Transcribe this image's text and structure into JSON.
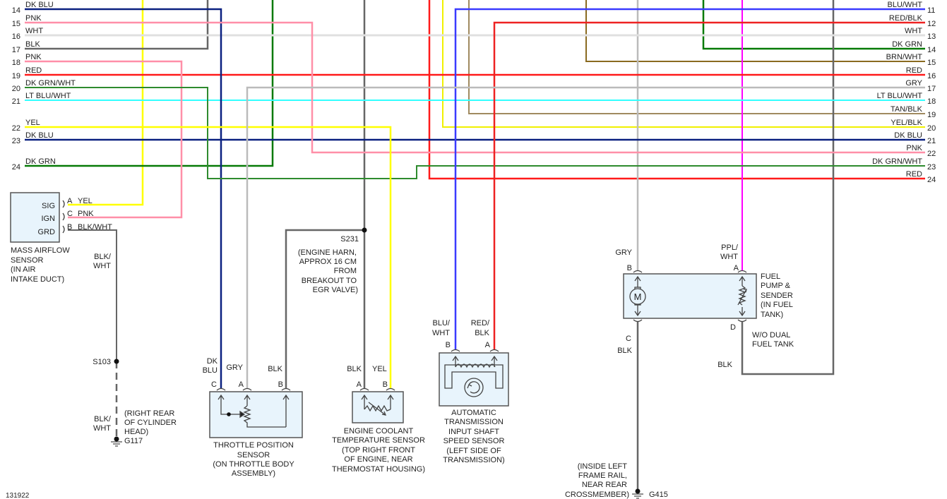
{
  "diagram_id": "131922",
  "colors": {
    "YEL": "#ffff00",
    "BLK": "#666666",
    "DK BLU": "#0a2080",
    "DK GRN": "#067a06",
    "PNK": "#ff8fa8",
    "WHT": "#e0e0e0",
    "RED": "#ff1a1a",
    "DK GRN/WHT": "#2e8b2e",
    "LT BLU/WHT": "#33ffff",
    "GRY": "#bbbbbb",
    "BLU/WHT": "#3a3aff",
    "RED/BLK": "#ee2222",
    "BRN/WHT": "#8a6a20",
    "TAN/BLK": "#a08a60",
    "YEL/BLK": "#f0f000",
    "PPL/WHT": "#ff00ff",
    "BLK/WHT": "#666666"
  },
  "left_connector": {
    "pins": [
      {
        "pin": "14",
        "color": "DK BLU"
      },
      {
        "pin": "15",
        "color": "PNK"
      },
      {
        "pin": "16",
        "color": "WHT"
      },
      {
        "pin": "17",
        "color": "BLK"
      },
      {
        "pin": "18",
        "color": "PNK"
      },
      {
        "pin": "19",
        "color": "RED"
      },
      {
        "pin": "20",
        "color": "DK GRN/WHT"
      },
      {
        "pin": "21",
        "color": "LT BLU/WHT"
      },
      {
        "pin": "22",
        "color": "YEL"
      },
      {
        "pin": "23",
        "color": "DK BLU"
      },
      {
        "pin": "24",
        "color": "DK GRN"
      }
    ]
  },
  "right_connector": {
    "pins": [
      {
        "pin": "11",
        "color": "BLU/WHT"
      },
      {
        "pin": "12",
        "color": "RED/BLK"
      },
      {
        "pin": "13",
        "color": "WHT"
      },
      {
        "pin": "14",
        "color": "DK GRN"
      },
      {
        "pin": "15",
        "color": "BRN/WHT"
      },
      {
        "pin": "16",
        "color": "RED"
      },
      {
        "pin": "17",
        "color": "GRY"
      },
      {
        "pin": "18",
        "color": "LT BLU/WHT"
      },
      {
        "pin": "19",
        "color": "TAN/BLK"
      },
      {
        "pin": "20",
        "color": "YEL/BLK"
      },
      {
        "pin": "21",
        "color": "DK BLU"
      },
      {
        "pin": "22",
        "color": "PNK"
      },
      {
        "pin": "23",
        "color": "DK GRN/WHT"
      },
      {
        "pin": "24",
        "color": "RED"
      }
    ]
  },
  "maf": {
    "pins": [
      {
        "label": "SIG",
        "pin": "A",
        "color": "YEL"
      },
      {
        "label": "IGN",
        "pin": "C",
        "color": "PNK"
      },
      {
        "label": "GRD",
        "pin": "B",
        "color": "BLK/WHT"
      }
    ],
    "name_lines": [
      "MASS AIRFLOW",
      "SENSOR",
      "(IN AIR",
      "INTAKE DUCT)"
    ],
    "ground_wire_lines": [
      "BLK/",
      "WHT"
    ]
  },
  "s103": {
    "label": "S103",
    "wire_lines": [
      "BLK/",
      "WHT"
    ],
    "ground_label": "G117",
    "location_lines": [
      "(RIGHT REAR",
      "OF CYLINDER",
      "HEAD)"
    ]
  },
  "tps": {
    "pins": [
      {
        "pin": "C",
        "wire_lines": [
          "DK",
          "BLU"
        ]
      },
      {
        "pin": "A",
        "wire_lines": [
          "GRY"
        ]
      },
      {
        "pin": "B",
        "wire_lines": [
          "BLK"
        ]
      }
    ],
    "name_lines": [
      "THROTTLE POSITION",
      "SENSOR",
      "(ON THROTTLE BODY",
      "ASSEMBLY)"
    ]
  },
  "s231": {
    "label": "S231",
    "location_lines": [
      "(ENGINE HARN,",
      "APPROX 16 CM",
      "FROM",
      "BREAKOUT TO",
      "EGR VALVE)"
    ]
  },
  "ect": {
    "pins": [
      {
        "pin": "A",
        "wire": "BLK"
      },
      {
        "pin": "B",
        "wire": "YEL"
      }
    ],
    "name_lines": [
      "ENGINE COOLANT",
      "TEMPERATURE SENSOR",
      "(TOP RIGHT FRONT",
      "OF ENGINE, NEAR",
      "THERMOSTAT HOUSING)"
    ]
  },
  "iss": {
    "pins": [
      {
        "pin": "B",
        "wire_lines": [
          "BLU/",
          "WHT"
        ]
      },
      {
        "pin": "A",
        "wire_lines": [
          "RED/",
          "BLK"
        ]
      }
    ],
    "name_lines": [
      "AUTOMATIC",
      "TRANSMISSION",
      "INPUT SHAFT",
      "SPEED SENSOR",
      "(LEFT SIDE OF",
      "TRANSMISSION)"
    ]
  },
  "fuel_pump": {
    "motor_symbol": "M",
    "pins": [
      {
        "pin": "B",
        "wire_lines": [
          "GRY"
        ]
      },
      {
        "pin": "A",
        "wire_lines": [
          "PPL/",
          "WHT"
        ]
      },
      {
        "pin": "C",
        "wire_lines": [
          "BLK"
        ]
      },
      {
        "pin": "D",
        "wire_lines": [
          "BLK"
        ]
      }
    ],
    "name_lines": [
      "FUEL",
      "PUMP &",
      "SENDER",
      "(IN FUEL",
      "TANK)"
    ],
    "option_lines": [
      "W/O DUAL",
      "FUEL TANK"
    ]
  },
  "g415": {
    "label": "G415",
    "location_lines": [
      "(INSIDE LEFT",
      "FRAME RAIL,",
      "NEAR REAR",
      "CROSSMEMBER)"
    ]
  }
}
